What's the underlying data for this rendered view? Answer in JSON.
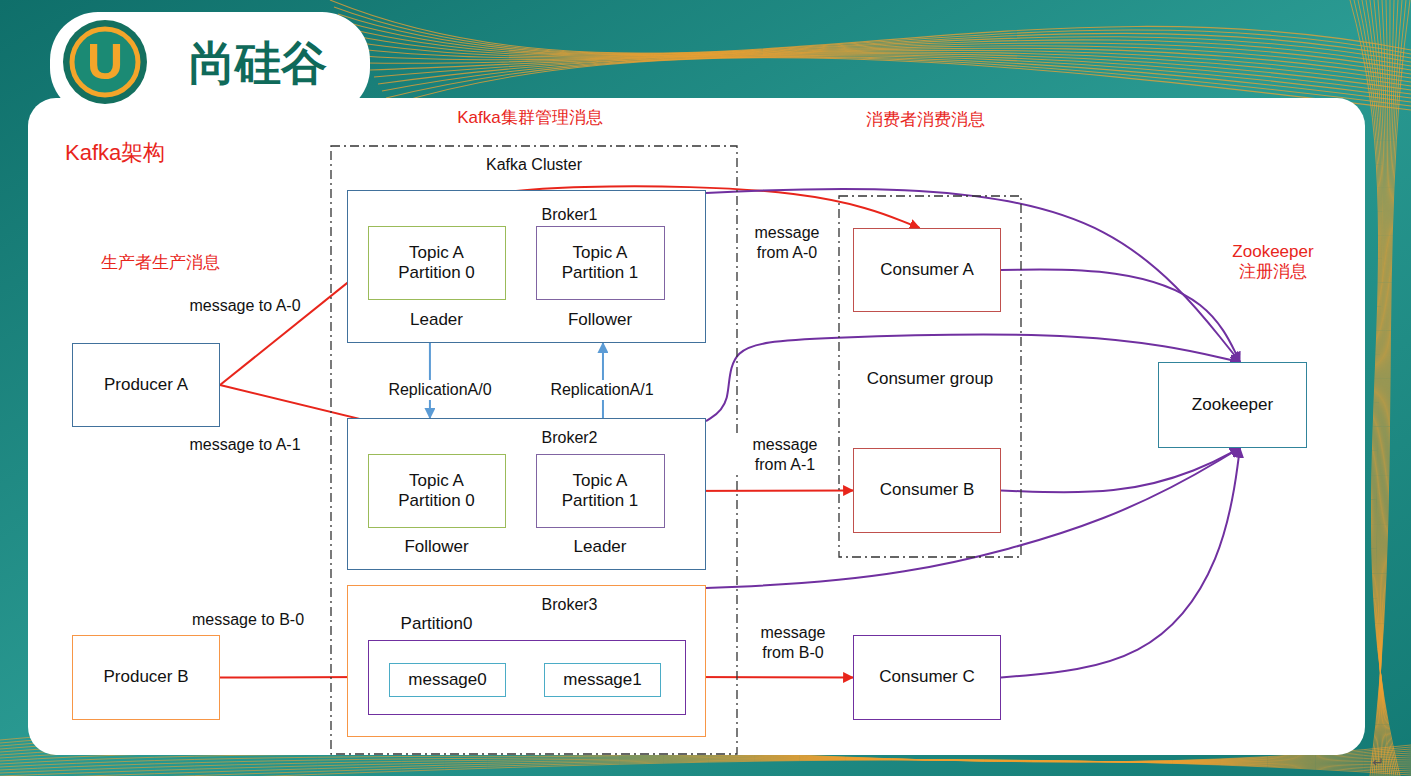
{
  "diagram": {
    "title": "Kafka架构",
    "nodes": [
      {
        "text": [
          "Kafka Cluster"
        ]
      },
      {
        "text": [
          "Broker1"
        ],
        "in": 0
      },
      {
        "text": [
          "Topic A Partition 0",
          "Leader"
        ],
        "in": 1
      },
      {
        "text": [
          "Topic A Partition 1",
          "Follower"
        ],
        "in": 1
      },
      {
        "text": [
          "Broker2"
        ],
        "in": 0
      },
      {
        "text": [
          "Topic A Partition 0",
          "Follower"
        ],
        "in": 4
      },
      {
        "text": [
          "Topic A Partition 1",
          "Leader"
        ],
        "in": 4
      },
      {
        "text": [
          "Broker3"
        ],
        "in": 0
      },
      {
        "text": [
          "Partition0"
        ],
        "in": 7
      },
      {
        "text": [
          "message0"
        ],
        "in": 8
      },
      {
        "text": [
          "message1"
        ],
        "in": 8
      },
      {
        "text": [
          "Producer A"
        ]
      },
      {
        "text": [
          "Producer B"
        ]
      },
      {
        "text": [
          "Consumer group"
        ]
      },
      {
        "text": [
          "Consumer A"
        ],
        "in": 13
      },
      {
        "text": [
          "Consumer B"
        ],
        "in": 13
      },
      {
        "text": [
          "Consumer C"
        ]
      },
      {
        "text": [
          "Zookeeper"
        ]
      }
    ],
    "edges": [
      {
        "from": 11,
        "to": 2,
        "label": "message to A-0",
        "arrow": "to"
      },
      {
        "from": 11,
        "to": 6,
        "label": "message to A-1",
        "arrow": "to"
      },
      {
        "from": 12,
        "to": 8,
        "label": "message to B-0",
        "arrow": "to"
      },
      {
        "from": 2,
        "to": 14,
        "label": "message from A-0",
        "arrow": "to"
      },
      {
        "from": 6,
        "to": 15,
        "label": "message from A-1",
        "arrow": "to"
      },
      {
        "from": 8,
        "to": 16,
        "label": "message from B-0",
        "arrow": "to"
      },
      {
        "from": 1,
        "to": 4,
        "label": "ReplicationA/0",
        "arrow": "to"
      },
      {
        "from": 4,
        "to": 1,
        "label": "ReplicationA/1",
        "arrow": "to"
      },
      {
        "from": 1,
        "to": 17,
        "arrow": "to"
      },
      {
        "from": 14,
        "to": 17,
        "arrow": "to"
      },
      {
        "from": 4,
        "to": 17,
        "arrow": "to"
      },
      {
        "from": 15,
        "to": 17,
        "arrow": "to"
      },
      {
        "from": 7,
        "to": 17,
        "arrow": "to"
      },
      {
        "from": 16,
        "to": 17,
        "arrow": "to"
      }
    ],
    "labels": [
      "U",
      "尚硅谷",
      "Kafka集群管理消息",
      "消费者消费消息",
      "生产者生产消息",
      "Zookeeper 注册消息",
      "↵"
    ]
  }
}
